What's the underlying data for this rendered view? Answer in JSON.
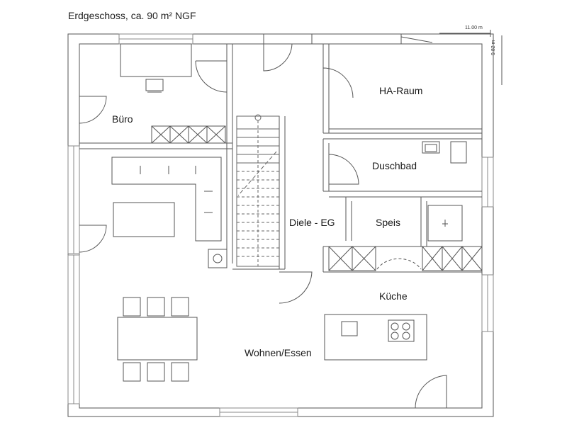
{
  "title": "Erdgeschoss, ca. 90 m² NGF",
  "dimensions": {
    "width": "11.00 m",
    "depth": "9.82 m"
  },
  "rooms": {
    "office": "Büro",
    "utility": "HA-Raum",
    "shower_bath": "Duschbad",
    "hall": "Diele - EG",
    "pantry": "Speis",
    "kitchen": "Küche",
    "living_dining": "Wohnen/Essen"
  },
  "colors": {
    "line": "#555555",
    "background": "#ffffff"
  }
}
